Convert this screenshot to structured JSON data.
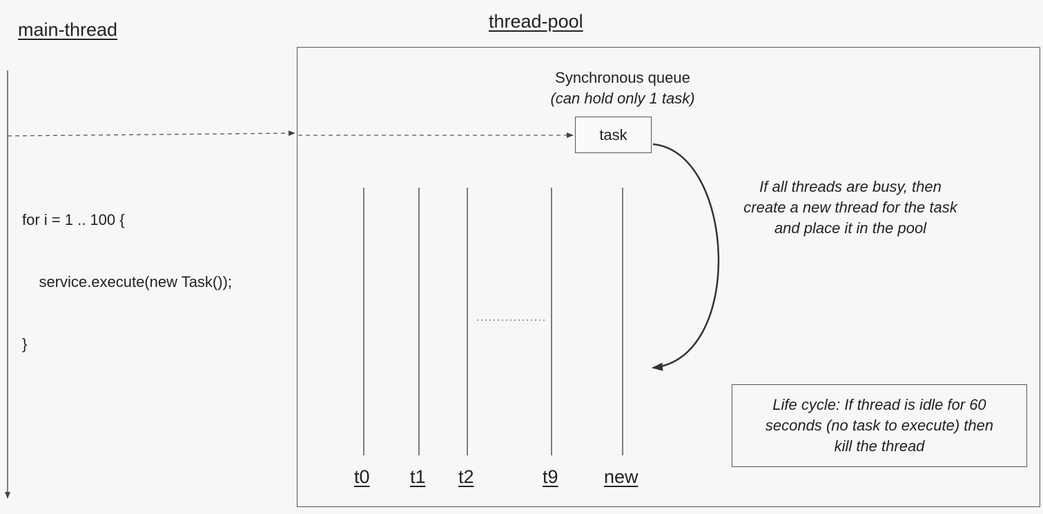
{
  "main_thread": {
    "title": "main-thread",
    "code_lines": [
      "for i = 1 .. 100 {",
      "    service.execute(new Task());",
      "}"
    ]
  },
  "thread_pool": {
    "title": "thread-pool",
    "queue": {
      "label": "Synchronous queue",
      "sublabel": "(can hold only 1 task)",
      "task_label": "task"
    },
    "annotation_lines": [
      "If all threads are busy, then",
      "create a new thread for the task",
      "and place it in the pool"
    ],
    "threads": [
      "t0",
      "t1",
      "t2",
      "t9",
      "new"
    ],
    "life_cycle_lines": [
      "Life cycle: If thread is idle for 60",
      "seconds (no task to execute) then",
      "kill the thread"
    ]
  }
}
